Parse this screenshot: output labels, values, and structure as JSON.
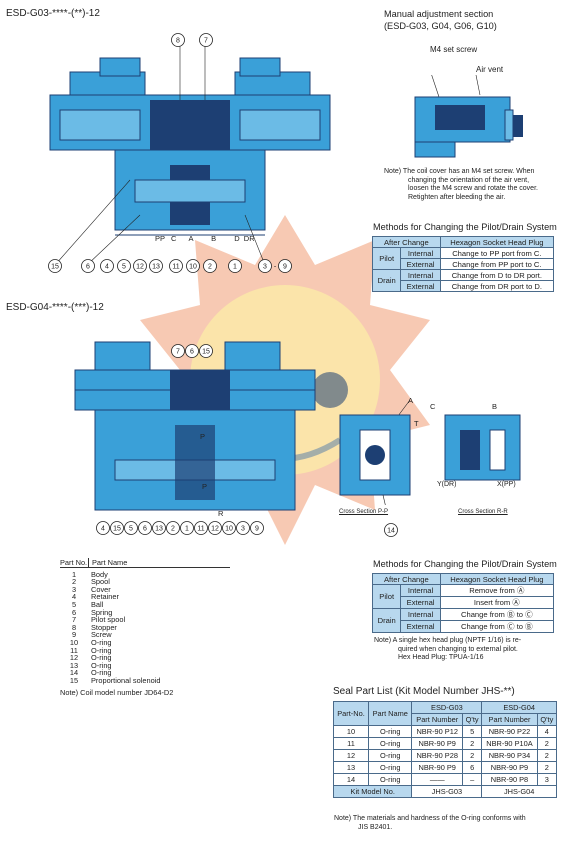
{
  "titles": {
    "g03": "ESD-G03-****-(**)-12",
    "g04": "ESD-G04-****-(***)-12",
    "manual_title_1": "Manual adjustment section",
    "manual_title_2": "(ESD-G03, G04, G06, G10)",
    "m4_label": "M4 set screw",
    "air_vent_label": "Air vent"
  },
  "manual_note": [
    "Note) The coil cover has an M4 set screw. When",
    "changing the orientation of the air vent,",
    "loosen the M4 screw and rotate the cover.",
    "Retighten after bleeding the air."
  ],
  "g03_labels": {
    "pp": "PP",
    "c": "C",
    "a": "A",
    "b": "B",
    "d": "D",
    "dr": "DR"
  },
  "g03_callouts_bottom": [
    "15",
    "6",
    "4",
    "5",
    "12",
    "13",
    "11",
    "10",
    "2",
    "1",
    "3",
    "9"
  ],
  "g03_callouts_top": [
    "8",
    "7"
  ],
  "g04_callouts_top": [
    "7",
    "6",
    "15"
  ],
  "g04_callouts_bottom": [
    "4",
    "15",
    "5",
    "6",
    "13",
    "2",
    "1",
    "11",
    "12",
    "10",
    "3",
    "9"
  ],
  "g04_labels": {
    "p": "P",
    "t": "T",
    "r": "R",
    "a": "A",
    "c": "C",
    "b": "B",
    "y": "Y(DR)",
    "x": "X(PP)"
  },
  "cross_pp": "Cross Section P-P",
  "cross_rr": "Cross Section R-R",
  "cross_pp_callout": "14",
  "methods1": {
    "title": "Methods for Changing the Pilot/Drain System",
    "header": [
      "After Change",
      "Hexagon Socket Head Plug"
    ],
    "rows": [
      {
        "group": "Pilot",
        "sub": "Internal",
        "val": "Change to PP port from C."
      },
      {
        "group": "",
        "sub": "External",
        "val": "Change from PP port to C."
      },
      {
        "group": "Drain",
        "sub": "Internal",
        "val": "Change from D to DR port."
      },
      {
        "group": "",
        "sub": "External",
        "val": "Change from DR port to D."
      }
    ]
  },
  "methods2": {
    "title": "Methods for Changing the Pilot/Drain System",
    "header": [
      "After Change",
      "Hexagon Socket Head Plug"
    ],
    "rows": [
      {
        "group": "Pilot",
        "sub": "Internal",
        "val": "Remove from Ⓐ"
      },
      {
        "group": "",
        "sub": "External",
        "val": "Insert from Ⓐ"
      },
      {
        "group": "Drain",
        "sub": "Internal",
        "val": "Change from Ⓑ to Ⓒ"
      },
      {
        "group": "",
        "sub": "External",
        "val": "Change from Ⓒ to Ⓑ"
      }
    ],
    "note": [
      "Note) A single hex head plug (NPTF 1/16) is re-",
      "quired when changing to external pilot.",
      "Hex Head Plug: TPUA-1/16"
    ]
  },
  "parts": {
    "header_no": "Part No.",
    "header_name": "Part Name",
    "rows": [
      {
        "no": "1",
        "name": "Body"
      },
      {
        "no": "2",
        "name": "Spool"
      },
      {
        "no": "3",
        "name": "Cover"
      },
      {
        "no": "4",
        "name": "Retainer"
      },
      {
        "no": "5",
        "name": "Ball"
      },
      {
        "no": "6",
        "name": "Spring"
      },
      {
        "no": "7",
        "name": "Pilot spool"
      },
      {
        "no": "8",
        "name": "Stopper"
      },
      {
        "no": "9",
        "name": "Screw"
      },
      {
        "no": "10",
        "name": "O-ring"
      },
      {
        "no": "11",
        "name": "O-ring"
      },
      {
        "no": "12",
        "name": "O-ring"
      },
      {
        "no": "13",
        "name": "O-ring"
      },
      {
        "no": "14",
        "name": "O-ring"
      },
      {
        "no": "15",
        "name": "Proportional solenoid"
      }
    ],
    "note": "Note) Coil model number JD64-D2"
  },
  "seal": {
    "title": "Seal Part List (Kit Model Number JHS-**)",
    "h_partno": "Part-No.",
    "h_partname": "Part Name",
    "h_g03": "ESD-G03",
    "h_g04": "ESD-G04",
    "h_pn": "Part Number",
    "h_qty": "Q'ty",
    "rows": [
      {
        "no": "10",
        "name": "O-ring",
        "pn3": "NBR-90 P12",
        "q3": "5",
        "pn4": "NBR-90 P22",
        "q4": "4"
      },
      {
        "no": "11",
        "name": "O-ring",
        "pn3": "NBR-90 P9",
        "q3": "2",
        "pn4": "NBR-90 P10A",
        "q4": "2"
      },
      {
        "no": "12",
        "name": "O-ring",
        "pn3": "NBR-90 P28",
        "q3": "2",
        "pn4": "NBR-90 P34",
        "q4": "2"
      },
      {
        "no": "13",
        "name": "O-ring",
        "pn3": "NBR-90 P9",
        "q3": "6",
        "pn4": "NBR-90 P9",
        "q4": "2"
      },
      {
        "no": "14",
        "name": "O-ring",
        "pn3": "——",
        "q3": "–",
        "pn4": "NBR-90 P8",
        "q4": "3"
      }
    ],
    "kit_label": "Kit Model No.",
    "kit_g03": "JHS-G03",
    "kit_g04": "JHS-G04",
    "note": [
      "Note) The materials and hardness of the O-ring conforms with",
      "JIS B2401."
    ]
  },
  "colors": {
    "blue": "#3aa0d8",
    "blue_dark": "#1f6fa8",
    "navy": "#1d3f73",
    "watermark_orange": "#f6c0a6",
    "watermark_yellow": "#fbe7a8",
    "table_head": "#b8d8ee"
  }
}
